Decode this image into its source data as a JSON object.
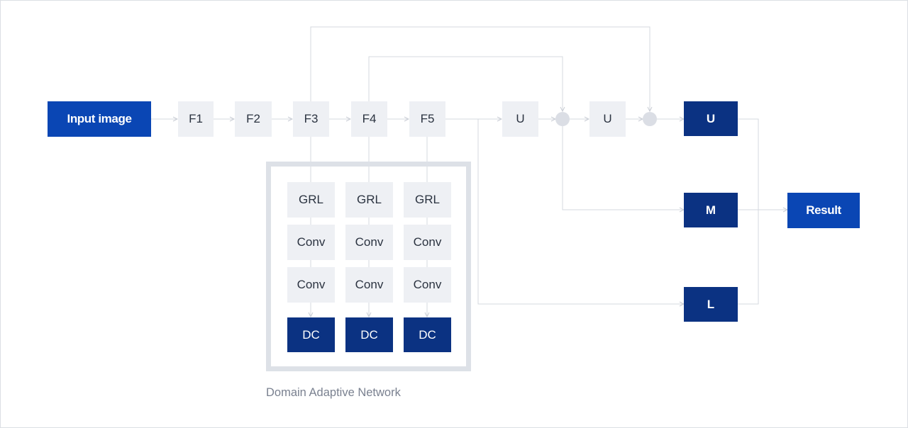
{
  "input_label": "Input image",
  "features": [
    "F1",
    "F2",
    "F3",
    "F4",
    "F5"
  ],
  "upsample_label": "U",
  "dan": {
    "caption": "Domain Adaptive Network",
    "grl": "GRL",
    "conv": "Conv",
    "dc": "DC"
  },
  "outputs": {
    "u": "U",
    "m": "M",
    "l": "L"
  },
  "result_label": "Result",
  "colors": {
    "dark": "#0b3282",
    "blue": "#0a46b4",
    "light": "#eef0f4",
    "line": "#d4d8df"
  }
}
